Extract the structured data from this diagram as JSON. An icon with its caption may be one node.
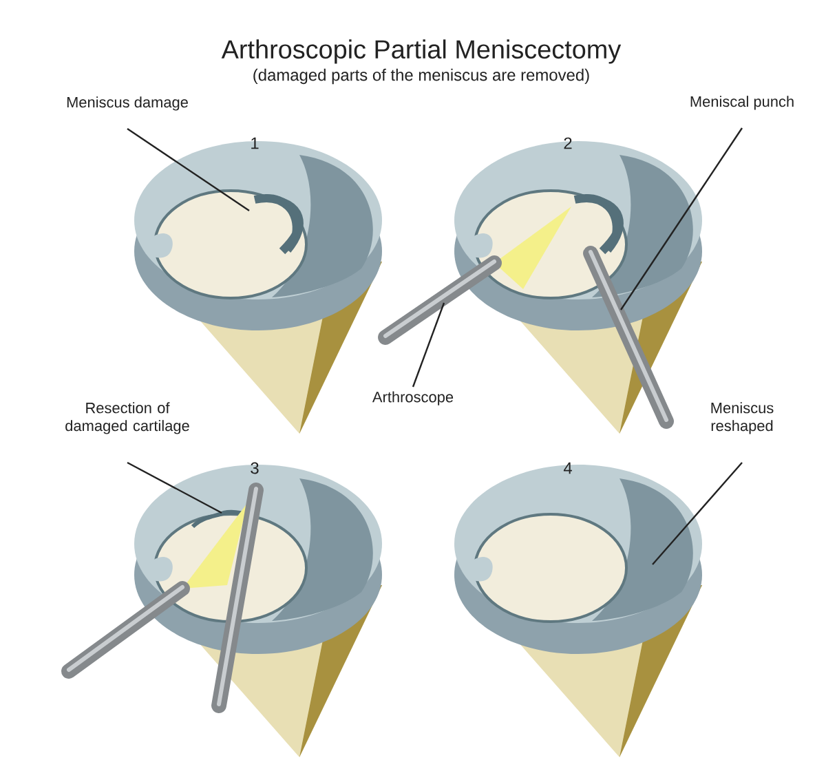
{
  "diagram": {
    "title": "Arthroscopic Partial Meniscectomy",
    "caption": "(damaged parts of the meniscus are removed)",
    "nodes": [
      {
        "text": [
          "Meniscus damage"
        ]
      },
      {
        "text": [
          "Meniscal punch"
        ]
      },
      {
        "text": [
          "Arthroscope"
        ]
      },
      {
        "text": [
          "Resection of damaged cartilage"
        ]
      },
      {
        "text": [
          "Meniscus reshaped"
        ]
      }
    ],
    "edges": [
      {
        "from": 0,
        "to": null,
        "arrow": "none"
      },
      {
        "from": 1,
        "to": null,
        "arrow": "none"
      },
      {
        "from": 2,
        "to": null,
        "arrow": "none"
      },
      {
        "from": 3,
        "to": null,
        "arrow": "none"
      },
      {
        "from": 4,
        "to": null,
        "arrow": "none"
      }
    ],
    "labels": [
      "1",
      "2",
      "3",
      "4"
    ]
  }
}
